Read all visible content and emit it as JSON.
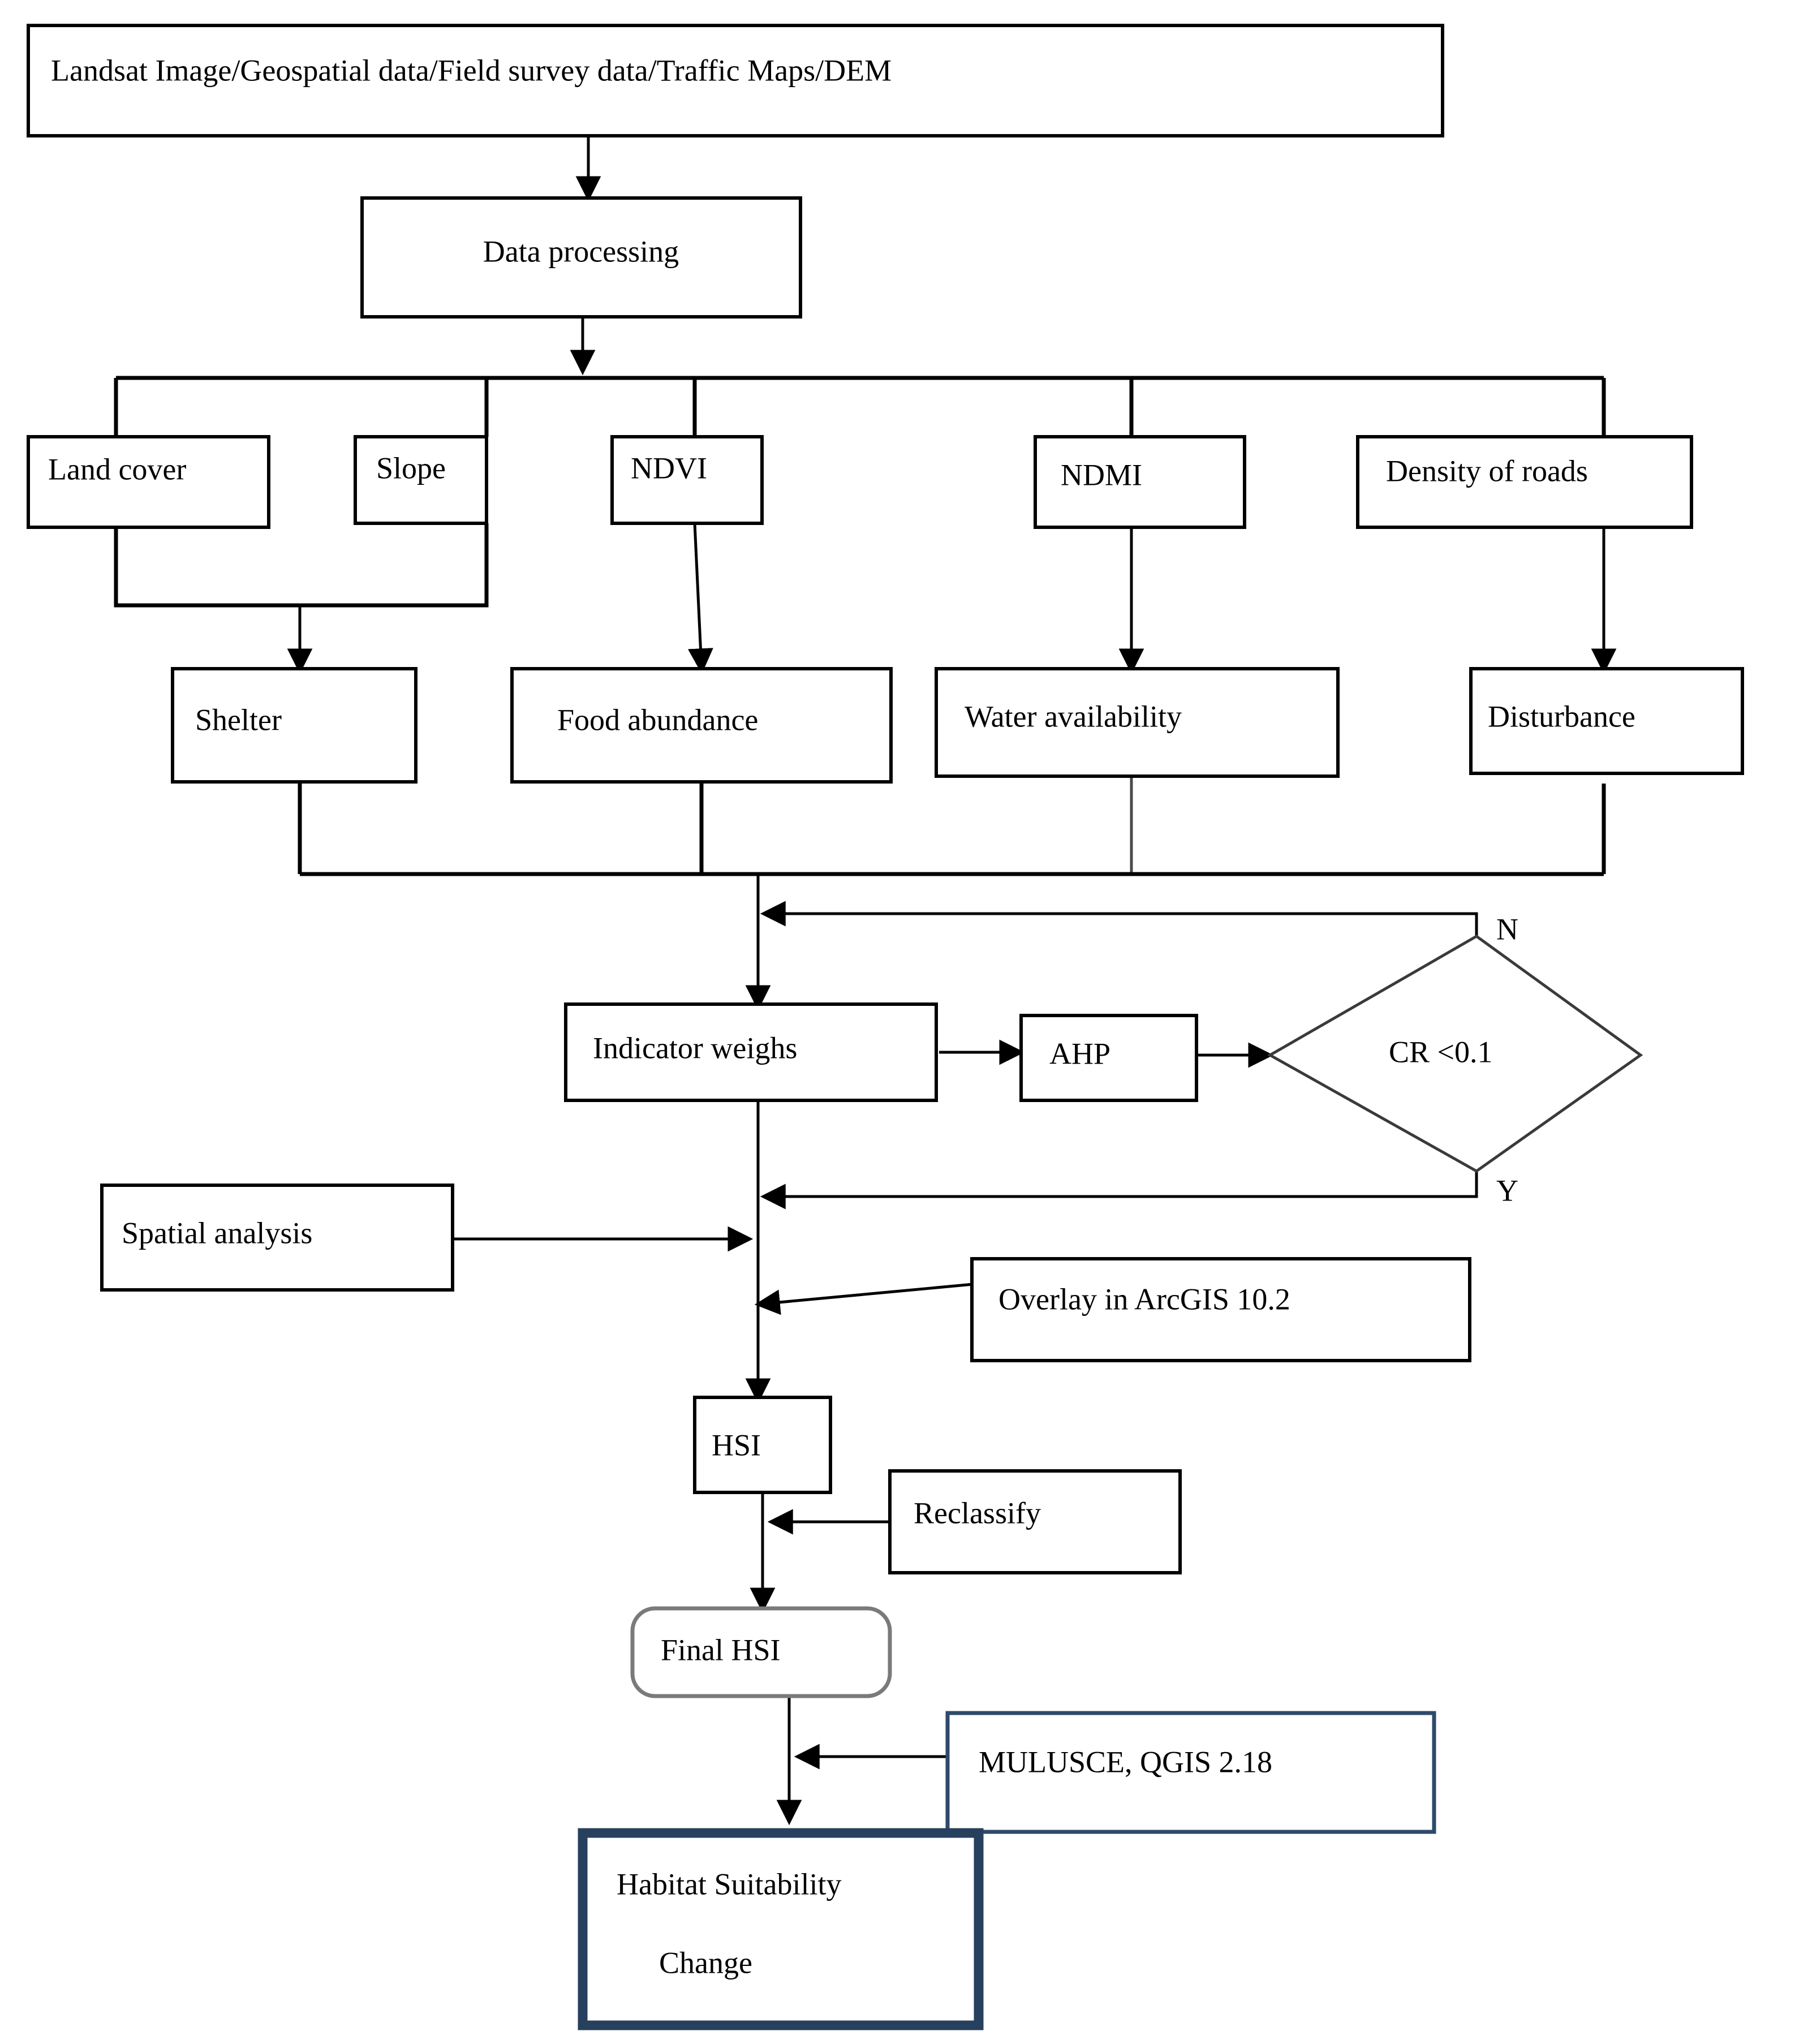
{
  "diagram": {
    "title": "Habitat Suitability Index Workflow",
    "colors": {
      "stroke": "#000000",
      "blue_border": "#2e4a6b",
      "blue_border_thick": "#27405e",
      "rounded_gray": "#7a7a7a",
      "background": "#ffffff"
    },
    "nodes": {
      "input_data": "Landsat Image/Geospatial data/Field survey data/Traffic Maps/DEM",
      "data_processing": "Data processing",
      "land_cover": "Land cover",
      "slope": "Slope",
      "ndvi": "NDVI",
      "ndmi": "NDMI",
      "density_of_roads": "Density of roads",
      "shelter": "Shelter",
      "food_abundance": "Food abundance",
      "water_availability": "Water availability",
      "disturbance": "Disturbance",
      "indicator_weighs": "Indicator weighs",
      "ahp": "AHP",
      "cr_decision": "CR <0.1",
      "spatial_analysis": "Spatial analysis",
      "overlay": "Overlay in ArcGIS 10.2",
      "hsi": "HSI",
      "reclassify": "Reclassify",
      "final_hsi": "Final HSI",
      "mulusce": "MULUSCE,  QGIS 2.18",
      "habitat_line1": "Habitat Suitability",
      "habitat_line2": "Change"
    },
    "edge_labels": {
      "no": "N",
      "yes": "Y"
    }
  }
}
